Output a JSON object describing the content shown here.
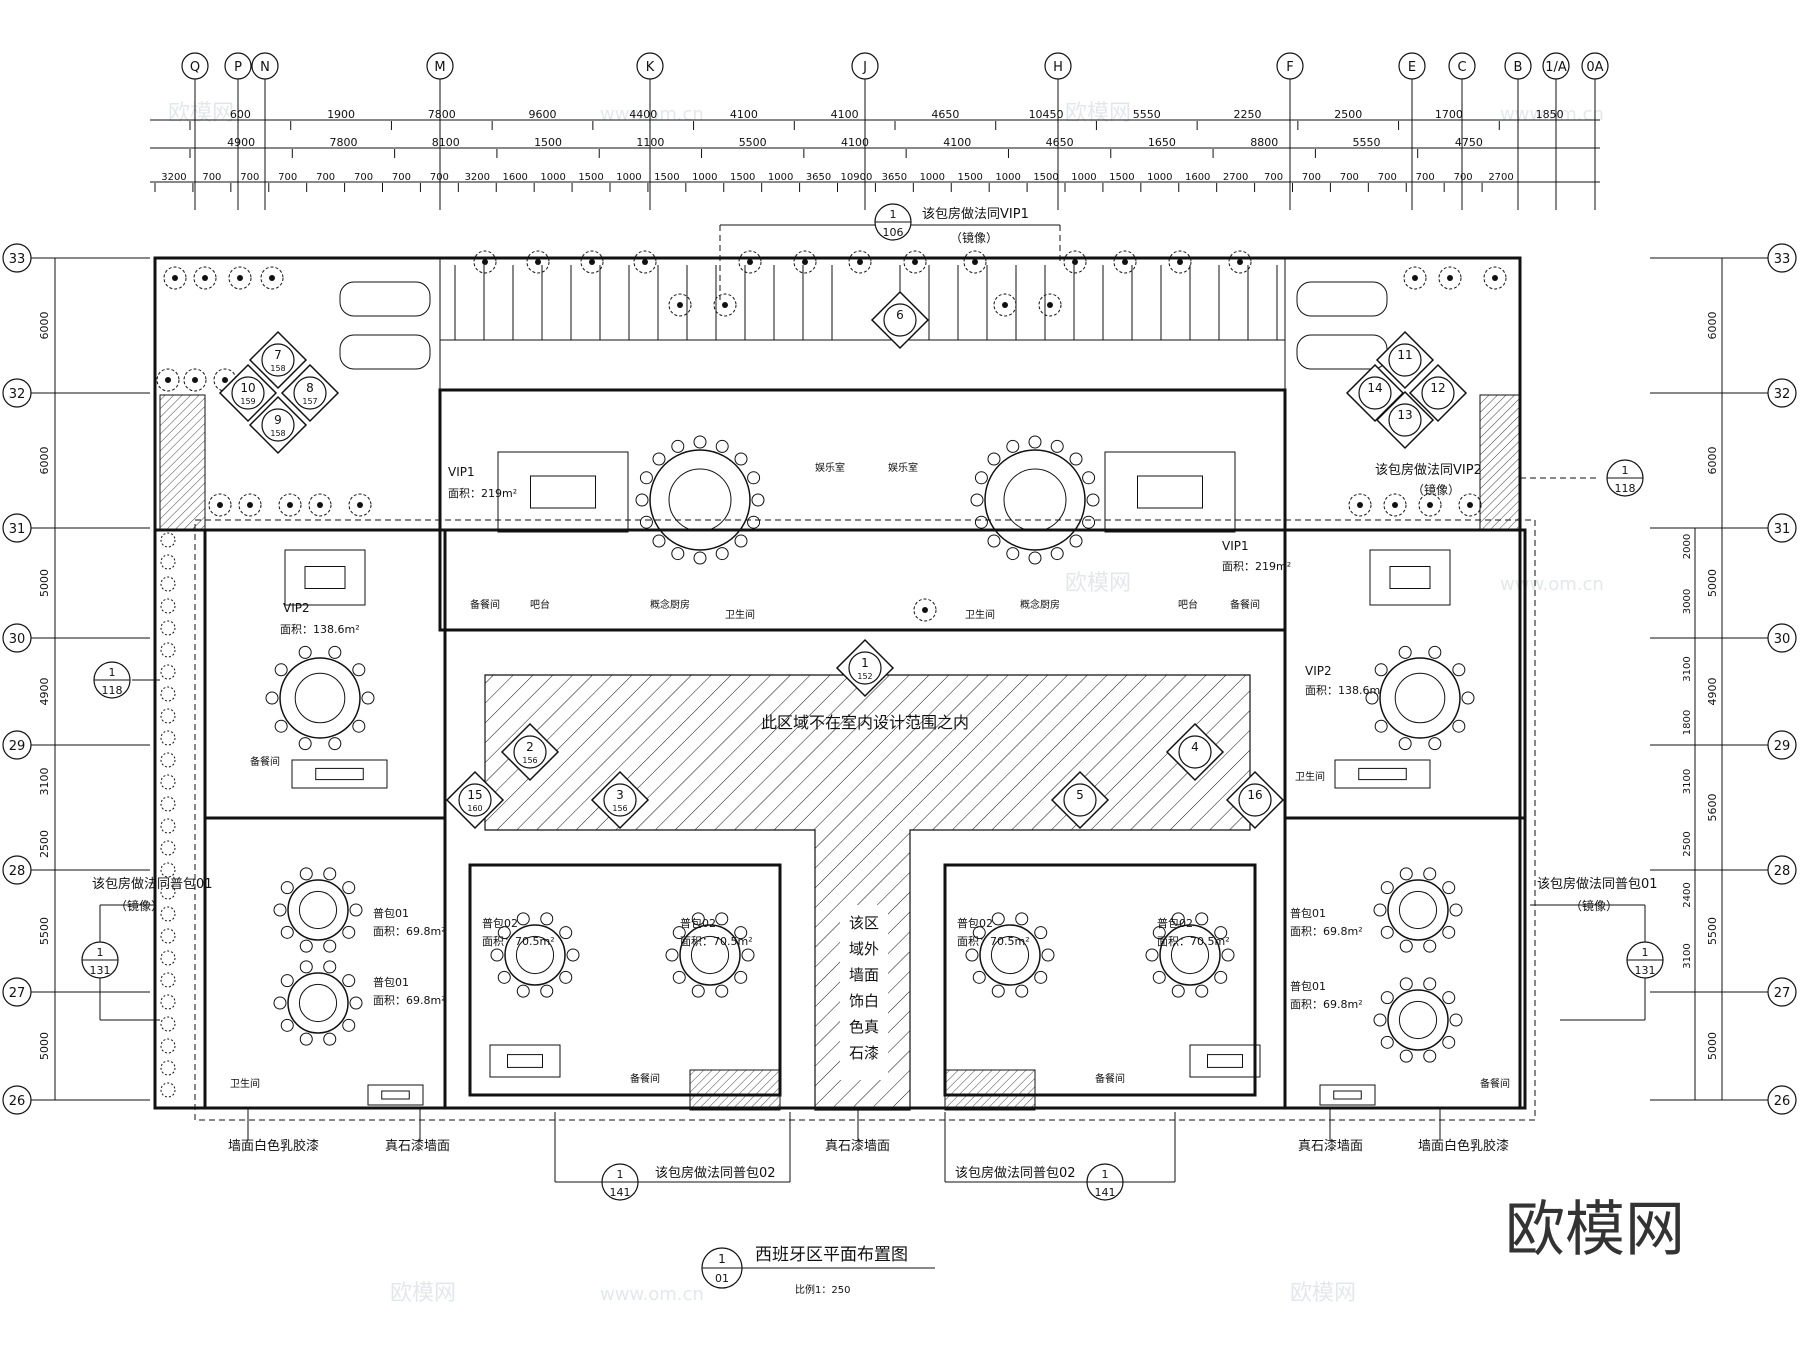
{
  "column_grid": [
    "Q",
    "P",
    "N",
    "M",
    "K",
    "J",
    "H",
    "F",
    "E",
    "C",
    "B",
    "1/A",
    "0A"
  ],
  "row_grid": [
    "33",
    "32",
    "31",
    "30",
    "29",
    "28",
    "27",
    "26"
  ],
  "dim_row1": [
    "600",
    "1900",
    "7800",
    "9600",
    "4400",
    "4100",
    "4100",
    "4650",
    "10450",
    "5550",
    "2250",
    "2500",
    "1700",
    "1850"
  ],
  "dim_row2": [
    "4900",
    "7800",
    "8100",
    "1500",
    "1100",
    "5500",
    "4100",
    "4100",
    "4650",
    "1650",
    "8800",
    "5550",
    "4750"
  ],
  "dim_row3": [
    "3200",
    "700",
    "700",
    "700",
    "700",
    "700",
    "700",
    "700",
    "3200",
    "1600",
    "1000",
    "1500",
    "1000",
    "1500",
    "1000",
    "1500",
    "1000",
    "3650",
    "10900",
    "3650",
    "1000",
    "1500",
    "1000",
    "1500",
    "1000",
    "1500",
    "1000",
    "1600",
    "2700",
    "700",
    "700",
    "700",
    "700",
    "700",
    "700",
    "2700"
  ],
  "left_dims": [
    "6000",
    "6000",
    "5000",
    "4900",
    "3100",
    "2500",
    "5500",
    "5000"
  ],
  "right_dims_outer": [
    "6000",
    "6000",
    "5000",
    "4900",
    "5600",
    "5500",
    "5000"
  ],
  "right_dims_inner": [
    "2000",
    "3000",
    "3100",
    "1800",
    "3100",
    "2500",
    "2400",
    "3100"
  ],
  "refs": {
    "vip1": {
      "num": "1",
      "sheet": "106",
      "text": "该包房做法同VIP1",
      "sub": "（镜像）"
    },
    "vip2": {
      "num": "1",
      "sheet": "118",
      "text": "该包房做法同VIP2",
      "sub": "（镜像）"
    },
    "left_vip2": {
      "num": "1",
      "sheet": "118"
    },
    "pb01_left": {
      "num": "1",
      "sheet": "131",
      "text": "该包房做法同普包01",
      "sub": "（镜像）"
    },
    "pb01_right": {
      "num": "1",
      "sheet": "131",
      "text": "该包房做法同普包01",
      "sub": "（镜像）"
    },
    "pb02_left": {
      "num": "1",
      "sheet": "141",
      "text": "该包房做法同普包02"
    },
    "pb02_right": {
      "num": "1",
      "sheet": "141",
      "text": "该包房做法同普包02"
    }
  },
  "rooms": {
    "vip1_left": {
      "name": "VIP1",
      "area": "面积：219m²"
    },
    "vip1_right": {
      "name": "VIP1",
      "area": "面积：219m²"
    },
    "vip2_left": {
      "name": "VIP2",
      "area": "面积：138.6m²"
    },
    "vip2_right": {
      "name": "VIP2",
      "area": "面积：138.6m"
    },
    "pb01": [
      {
        "name": "普包01",
        "area": "面积：69.8m²"
      },
      {
        "name": "普包01",
        "area": "面积：69.8m²"
      },
      {
        "name": "普包01",
        "area": "面积：69.8m²"
      },
      {
        "name": "普包01",
        "area": "面积：69.8m²"
      }
    ],
    "pb02": [
      {
        "name": "普包02",
        "area": "面积：70.5m²"
      },
      {
        "name": "普包02",
        "area": "面积：70.5m²"
      },
      {
        "name": "普包02",
        "area": "面积：70.5m²"
      },
      {
        "name": "普包02",
        "area": "面积：70.5m²"
      }
    ],
    "labels": {
      "storage": "备餐间",
      "bar": "吧台",
      "pantry": "概念厨房",
      "toilet": "卫生间",
      "entertain": "娱乐室"
    }
  },
  "elevation_markers": [
    "1",
    "2",
    "3",
    "4",
    "5",
    "6",
    "7",
    "8",
    "9",
    "10",
    "11",
    "12",
    "13",
    "14",
    "15",
    "16"
  ],
  "elevation_sheets": {
    "7": "158",
    "8": "157",
    "9": "158",
    "10": "159",
    "1": "152",
    "2": "156",
    "3": "156",
    "15": "160"
  },
  "notes": {
    "hatch": "此区域不在室内设计范围之内",
    "corridor": [
      "该区",
      "域外",
      "墙面",
      "饰白",
      "色真",
      "石漆"
    ],
    "wall_white_left": "墙面白色乳胶漆",
    "wall_white_right": "墙面白色乳胶漆",
    "stone_left": "真石漆墙面",
    "stone_mid": "真石漆墙面",
    "stone_right": "真石漆墙面"
  },
  "title": {
    "num": "1",
    "sheet": "01",
    "name": "西班牙区平面布置图",
    "scale": "比例1：250"
  },
  "watermarks": {
    "brand": "欧模网",
    "url": "www.om.cn",
    "big": "欧模网"
  }
}
